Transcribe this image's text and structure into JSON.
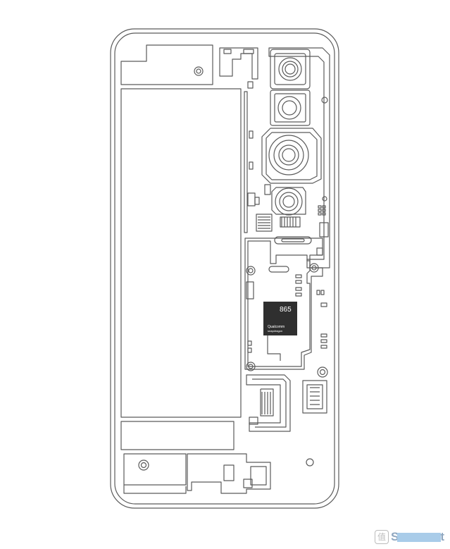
{
  "illustration": {
    "subject": "phone-internal-layout",
    "line_color": "#5a5a5a",
    "background": "#ffffff"
  },
  "chip": {
    "model": "865",
    "brand": "Qualcomm",
    "series": "snapdragon",
    "fill_color": "#2f2f2f",
    "text_color": "#ffffff"
  },
  "watermark": {
    "glyph": "值",
    "text": "S",
    "tail": "t"
  }
}
